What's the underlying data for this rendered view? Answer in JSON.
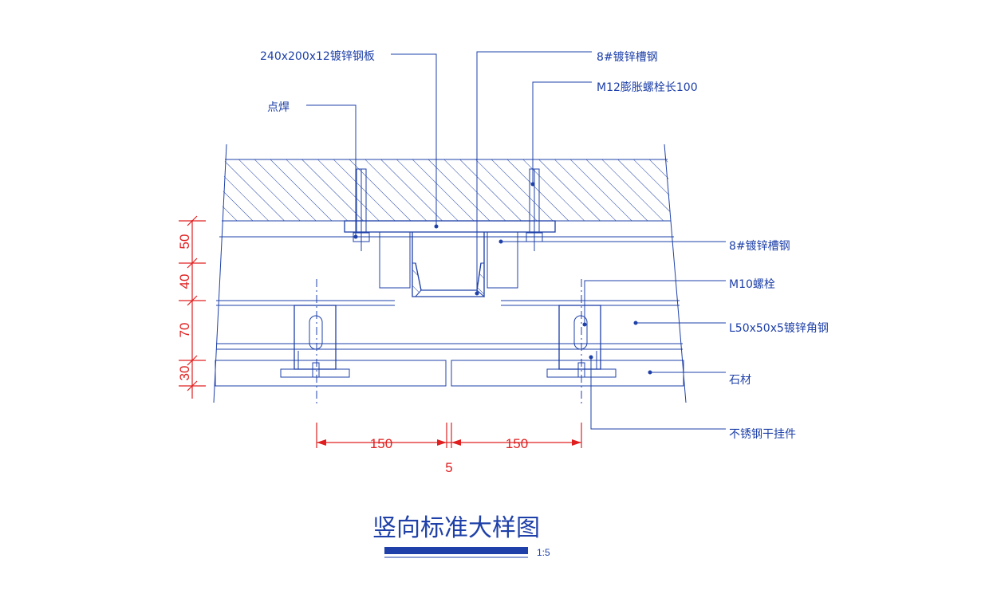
{
  "colors": {
    "line": "#1e40a8",
    "dimension": "#e02020",
    "background": "#ffffff"
  },
  "labels": {
    "steel_plate": "240x200x12镀锌钢板",
    "channel_top": "8#镀锌槽钢",
    "expansion_bolt": "M12膨胀螺栓长100",
    "spot_weld": "点焊",
    "channel_side": "8#镀锌槽钢",
    "m10_bolt": "M10螺栓",
    "angle_steel": "L50x50x5镀锌角钢",
    "stone": "石材",
    "hanger": "不锈钢干挂件"
  },
  "dimensions": {
    "vertical": [
      "50",
      "40",
      "70",
      "30"
    ],
    "horizontal_left": "150",
    "horizontal_right": "150",
    "gap": "5"
  },
  "title": {
    "text": "竖向标准大样图",
    "scale": "1:5"
  }
}
